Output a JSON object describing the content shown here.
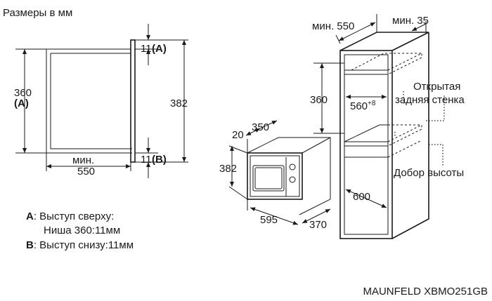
{
  "header": {
    "units_title": "Размеры в мм"
  },
  "side_view": {
    "height_A": "360",
    "height_A_letter": "(A)",
    "height_total": "382",
    "top_gap": "11",
    "top_gap_letter": "(A)",
    "bottom_gap": "11",
    "bottom_gap_letter": "(B)",
    "depth_prefix": "мин.",
    "depth_value": "550"
  },
  "appliance_view": {
    "front_depth": "20",
    "width_top": "350",
    "height": "382",
    "width": "595",
    "depth": "370"
  },
  "cabinet_view": {
    "min_depth": "мин. 550",
    "min_offset": "мин. 35",
    "niche_height": "360",
    "niche_width_main": "560",
    "niche_width_sup": "+8",
    "cabinet_width": "600",
    "open_back_line1": "Открытая",
    "open_back_line2": "задняя стенка",
    "height_adjust": "Добор высоты"
  },
  "legend": {
    "a_key": "A",
    "a_line1": ": Выступ сверху:",
    "a_line2": "Ниша 360:11мм",
    "b_key": "B",
    "b_text": ": Выступ снизу:11мм"
  },
  "model": {
    "name": "MAUNFELD XBMO251GB"
  }
}
